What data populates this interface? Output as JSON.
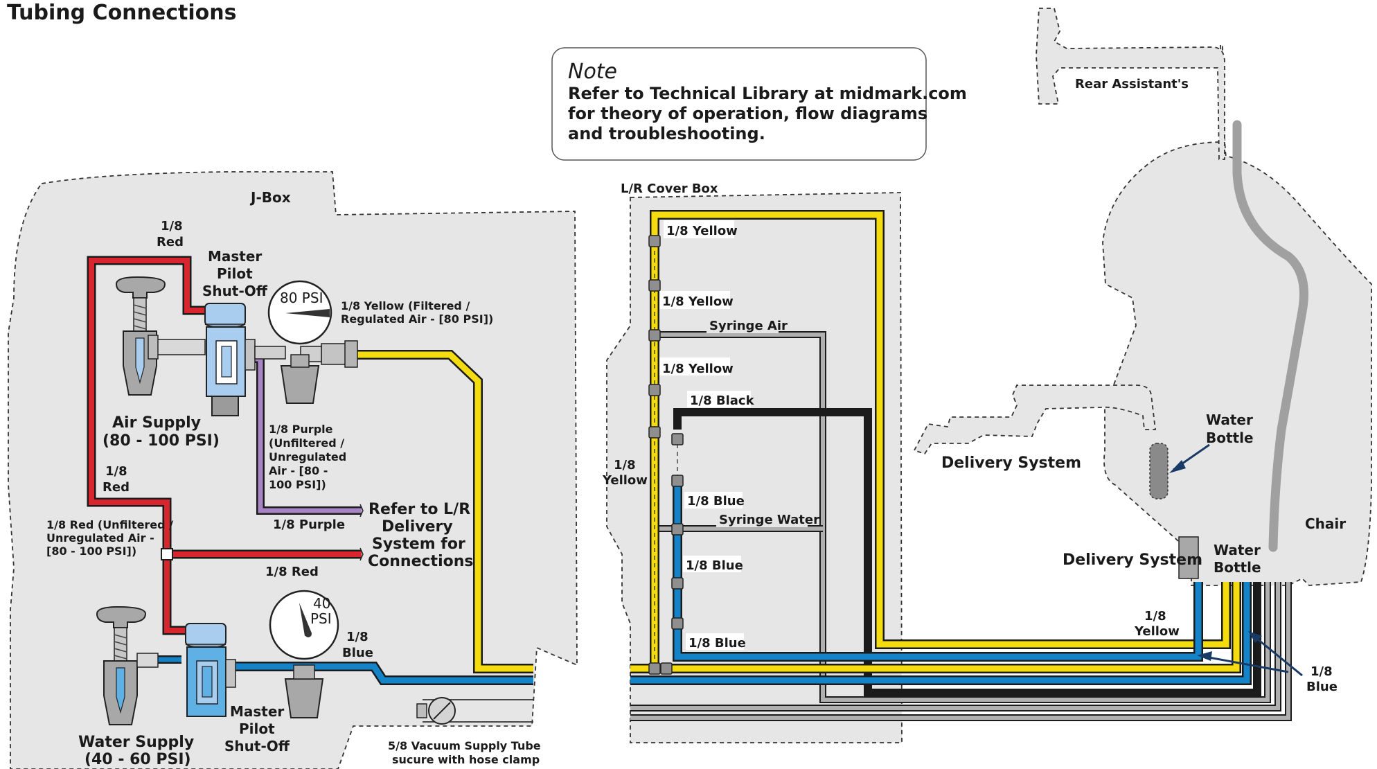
{
  "title": "Tubing Connections",
  "note": {
    "heading": "Note",
    "lines": [
      "Refer to Technical Library at midmark.com",
      "for theory of operation, flow diagrams",
      "and troubleshooting."
    ]
  },
  "jbox": {
    "title": "J-Box",
    "red_top": [
      "1/8",
      "Red"
    ],
    "red_mid": [
      "1/8",
      "Red"
    ],
    "red_unfiltered": [
      "1/8 Red (Unfiltered /",
      "Unregulated Air -",
      "[80 - 100 PSI])"
    ],
    "red_bottom": "1/8 Red",
    "master_pilot_top": [
      "Master",
      "Pilot",
      "Shut-Off"
    ],
    "master_pilot_bottom": [
      "Master",
      "Pilot",
      "Shut-Off"
    ],
    "gauge_air": "80 PSI",
    "gauge_water": [
      "40",
      "PSI"
    ],
    "yellow_filtered": [
      "1/8 Yellow (Filtered /",
      "Regulated Air - [80 PSI])"
    ],
    "purple_label": [
      "1/8 Purple",
      "(Unfiltered /",
      "Unregulated",
      "Air - [80 -",
      "100 PSI])"
    ],
    "purple_bottom": "1/8 Purple",
    "refer_lr": [
      "Refer to L/R",
      "Delivery",
      "System for",
      "Connections"
    ],
    "air_supply": [
      "Air Supply",
      "(80 - 100 PSI)"
    ],
    "water_supply": [
      "Water Supply",
      "(40 - 60 PSI)"
    ],
    "blue_label": [
      "1/8",
      "Blue"
    ],
    "vacuum": [
      "5/8 Vacuum Supply Tube",
      "sucure with hose clamp"
    ]
  },
  "lr_box": {
    "title": "L/R Cover Box",
    "yellow_1": "1/8 Yellow",
    "yellow_2": "1/8 Yellow",
    "syringe_air": "Syringe Air",
    "yellow_3": "1/8 Yellow",
    "black": "1/8 Black",
    "yellow_side": [
      "1/8",
      "Yellow"
    ],
    "blue_1": "1/8 Blue",
    "syringe_water": "Syringe Water",
    "blue_2": "1/8 Blue",
    "blue_3": "1/8 Blue"
  },
  "chair_area": {
    "rear_assistant": "Rear Assistant's",
    "delivery_system_top": "Delivery System",
    "water_bottle_top": [
      "Water",
      "Bottle"
    ],
    "chair": "Chair",
    "delivery_system_bottom": "Delivery System",
    "water_bottle_bottom": [
      "Water",
      "Bottle"
    ],
    "yellow_label": [
      "1/8",
      "Yellow"
    ],
    "blue_label": [
      "1/8",
      "Blue"
    ]
  },
  "colors": {
    "red": "#d8262e",
    "yellow": "#f5dc10",
    "blue": "#1583c8",
    "black": "#1b1b1b",
    "gray_tube": "#b0b0b0",
    "purple": "#a784c4",
    "box_fill": "#e6e6e7",
    "light_blue": "#a9cdee",
    "part_gray": "#a8a8a8"
  }
}
